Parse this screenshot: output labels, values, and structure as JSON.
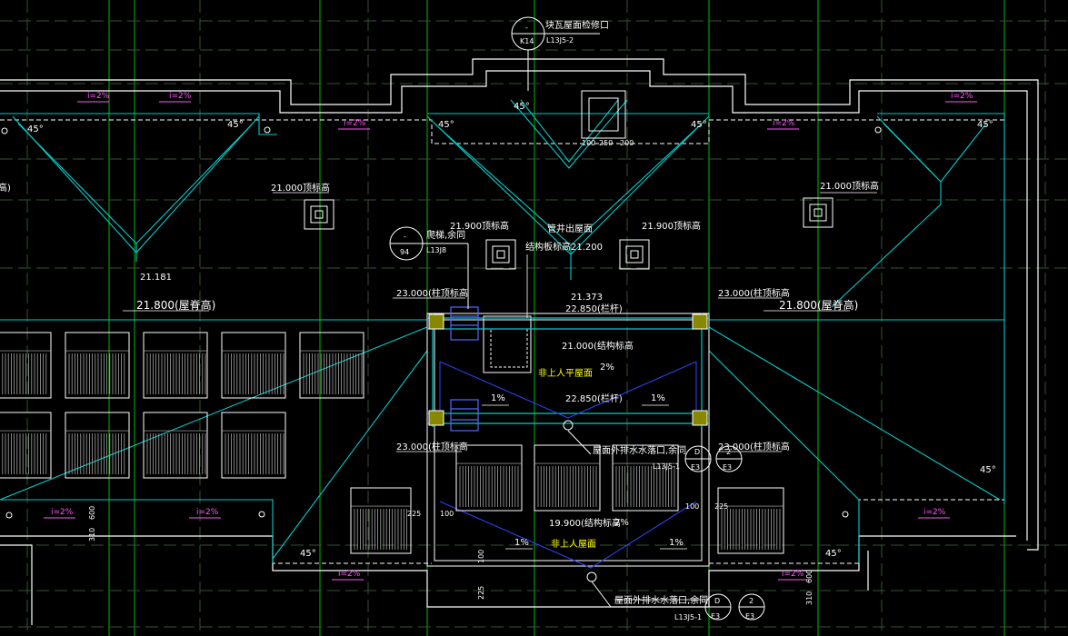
{
  "colors": {
    "background": "#000000",
    "grid": "#00cc00",
    "outline": "#ffffff",
    "roof": "#00cccc",
    "slope": "#ff55ff",
    "text": "#ffffff",
    "note": "#ffff00",
    "blue": "#3344ff"
  },
  "top_callout": {
    "label": "块瓦屋面检修口",
    "ref": "L13J5-2",
    "id": "-",
    "sheet": "K14"
  },
  "left_callout": {
    "label": "爬梯,余同",
    "ref": "L13J8",
    "id": "-",
    "sheet": "94"
  },
  "labels": {
    "top_left_elev": "21.000顶标高",
    "top_right_elev": "21.000顶标高",
    "left_edge": "高)",
    "mid_left_elev": "21.900顶标高",
    "mid_right_elev": "21.900顶标高",
    "shaft_title": "管井出屋面",
    "shaft_sub": "结构板标高21.200",
    "left_ridge_pt": "21.181",
    "center_ridge_pt": "21.373",
    "ridge_left": "21.800(屋脊高)",
    "ridge_right": "21.800(屋脊高)",
    "col_tl": "23.000(柱顶标高",
    "col_tr": "23.000(柱顶标高",
    "col_bl": "23.000(柱顶标高",
    "col_br": "23.000(柱顶标高",
    "rail_top": "22.850(栏杆)",
    "rail_mid": "22.850(栏杆)",
    "struct_top": "21.000(结构标高",
    "struct_bottom": "19.900(结构标高",
    "no_access_top": "非上人平屋面",
    "no_access_bottom": "非上人屋面",
    "drain1": "屋面外排水水落口,余同",
    "drain1_ref": "L13J5-1",
    "drain2": "屋面外排水水落口,余同",
    "drain2_ref": "L13J5-1",
    "slope": "i=2%",
    "pct": "1%",
    "pct2": "2%",
    "angle": "45°",
    "dim_225": "225",
    "dim_100": "100",
    "dim_310": "310",
    "dim_600": "600",
    "d": "D",
    "e3": "E3",
    "two": "2",
    "vent_dims": [
      "100",
      "250",
      "200"
    ]
  }
}
